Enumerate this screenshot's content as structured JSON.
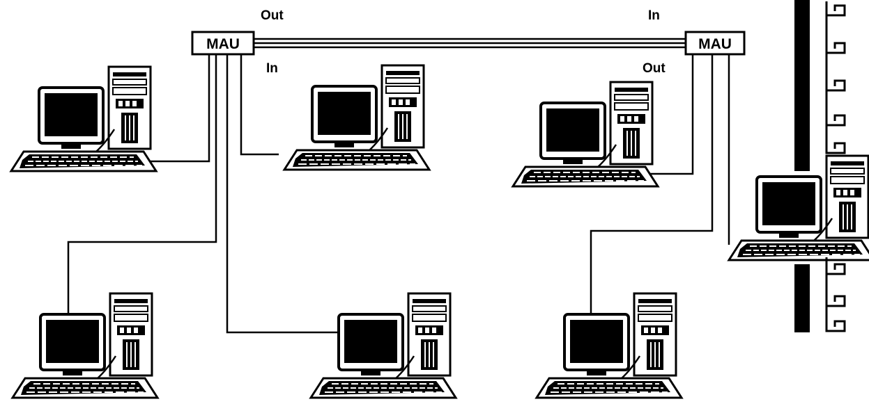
{
  "diagram": {
    "mau_left": "MAU",
    "mau_right": "MAU",
    "label_out_left": "Out",
    "label_in_left": "In",
    "label_in_right": "In",
    "label_out_right": "Out"
  },
  "colors": {
    "ink": "#000000",
    "paper": "#ffffff"
  },
  "icons": [
    "workstation-icon",
    "tower-computer-icon",
    "monitor-icon",
    "keyboard-icon",
    "bus-cable-icon"
  ]
}
